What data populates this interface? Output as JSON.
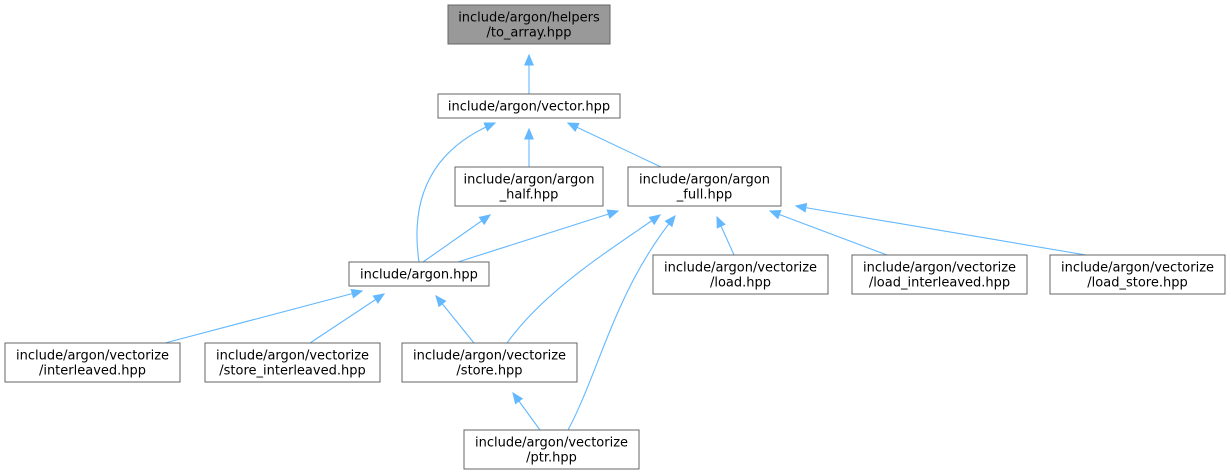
{
  "graph": {
    "nodes": {
      "to_array": {
        "lines": [
          "include/argon/helpers",
          "/to_array.hpp"
        ],
        "highlighted": true
      },
      "vector": {
        "lines": [
          "include/argon/vector.hpp"
        ]
      },
      "argon_half": {
        "lines": [
          "include/argon/argon",
          "_half.hpp"
        ]
      },
      "argon_full": {
        "lines": [
          "include/argon/argon",
          "_full.hpp"
        ]
      },
      "argon": {
        "lines": [
          "include/argon.hpp"
        ]
      },
      "v_load": {
        "lines": [
          "include/argon/vectorize",
          "/load.hpp"
        ]
      },
      "v_load_interleaved": {
        "lines": [
          "include/argon/vectorize",
          "/load_interleaved.hpp"
        ]
      },
      "v_load_store": {
        "lines": [
          "include/argon/vectorize",
          "/load_store.hpp"
        ]
      },
      "v_interleaved": {
        "lines": [
          "include/argon/vectorize",
          "/interleaved.hpp"
        ]
      },
      "v_store_interleaved": {
        "lines": [
          "include/argon/vectorize",
          "/store_interleaved.hpp"
        ]
      },
      "v_store": {
        "lines": [
          "include/argon/vectorize",
          "/store.hpp"
        ]
      },
      "v_ptr": {
        "lines": [
          "include/argon/vectorize",
          "/ptr.hpp"
        ]
      }
    },
    "edges": [
      {
        "from": "vector",
        "to": "to_array"
      },
      {
        "from": "argon_half",
        "to": "vector"
      },
      {
        "from": "argon_full",
        "to": "vector"
      },
      {
        "from": "argon",
        "to": "vector"
      },
      {
        "from": "argon",
        "to": "argon_half"
      },
      {
        "from": "argon",
        "to": "argon_full"
      },
      {
        "from": "v_load",
        "to": "argon_full"
      },
      {
        "from": "v_load_interleaved",
        "to": "argon_full"
      },
      {
        "from": "v_load_store",
        "to": "argon_full"
      },
      {
        "from": "v_store",
        "to": "argon_full"
      },
      {
        "from": "v_ptr",
        "to": "argon_full"
      },
      {
        "from": "v_interleaved",
        "to": "argon"
      },
      {
        "from": "v_store_interleaved",
        "to": "argon"
      },
      {
        "from": "v_store",
        "to": "argon"
      },
      {
        "from": "v_ptr",
        "to": "v_store"
      }
    ],
    "colors": {
      "edge": "#63b8ff",
      "node_border": "#666666",
      "root_fill": "#999999",
      "node_fill": "#ffffff"
    }
  }
}
